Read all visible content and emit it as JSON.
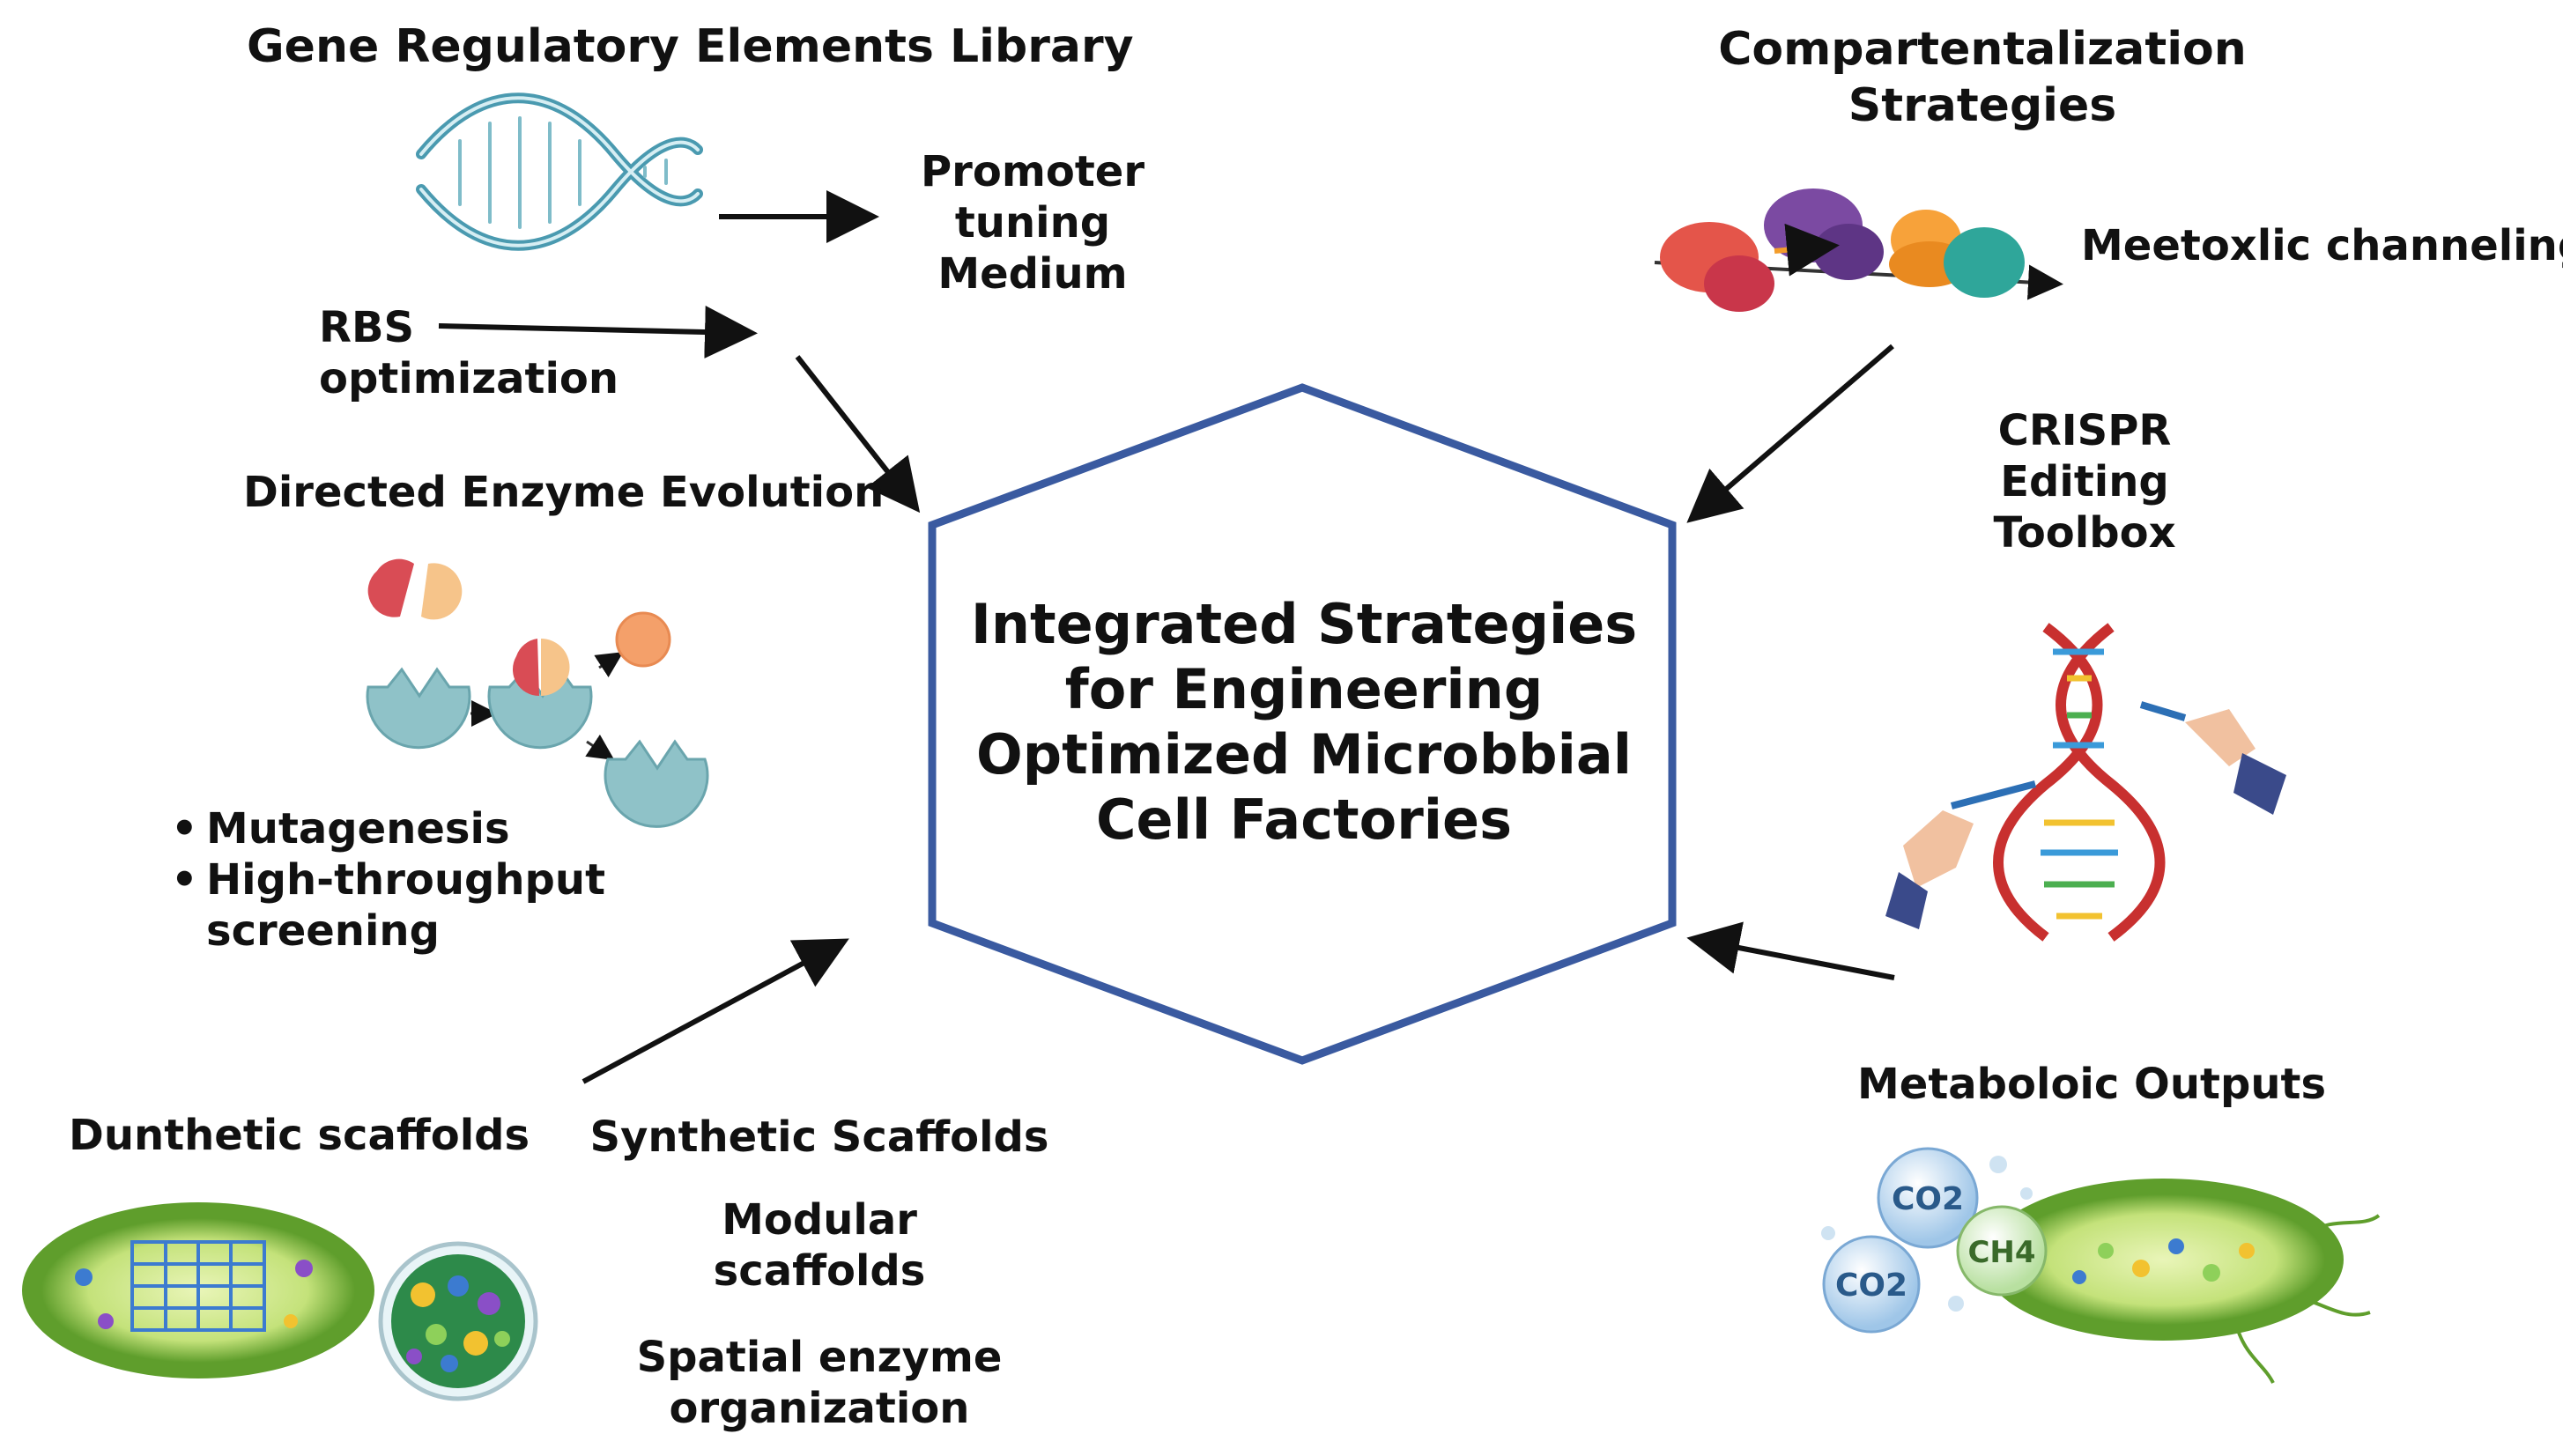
{
  "center_title": [
    "Integrated Strategies",
    "for Engineering",
    "Optimized Microbbial",
    "Cell Factories"
  ],
  "gene_library": {
    "title": "Gene Regulatory Elements Library",
    "promoter": [
      "Promoter",
      "tuning",
      "Medium"
    ],
    "rbs": [
      "RBS",
      "optimization"
    ]
  },
  "directed_evolution": {
    "title": "Directed Enzyme Evolution",
    "bullets": [
      "Mutagenesis",
      "High-throughput"
    ],
    "bullet_continuation": "screening"
  },
  "compartmentalization": {
    "title": [
      "Compartentalization",
      "Strategies"
    ],
    "channeling": "Meetoxlic channeling"
  },
  "crispr": [
    "CRISPR",
    "Editing",
    "Toolbox"
  ],
  "scaffolds": {
    "left_label": "Dunthetic scaffolds",
    "title": "Synthetic Scaffolds",
    "modular": [
      "Modular",
      "scaffolds"
    ],
    "spatial": [
      "Spatial enzyme",
      "organization"
    ]
  },
  "outputs": {
    "title": "Metaboloic Outputs",
    "bubbles": [
      "CO2",
      "CH4",
      "CO2"
    ]
  },
  "colors": {
    "hexagon": "#3a5aa0",
    "arrow": "#111111",
    "dna": "#4a9ab0",
    "cell_green": "#6fb83a"
  }
}
